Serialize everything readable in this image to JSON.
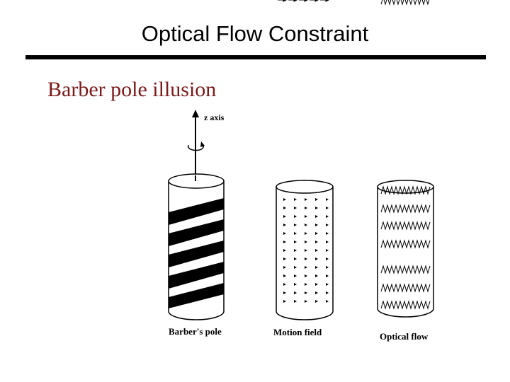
{
  "slide": {
    "title": "Optical Flow Constraint"
  },
  "figure": {
    "heading": "Barber pole illusion",
    "axis_label": "z axis",
    "captions": {
      "barber_pole": "Barber's pole",
      "motion_field": "Motion field",
      "optical_flow": "Optical flow"
    }
  }
}
